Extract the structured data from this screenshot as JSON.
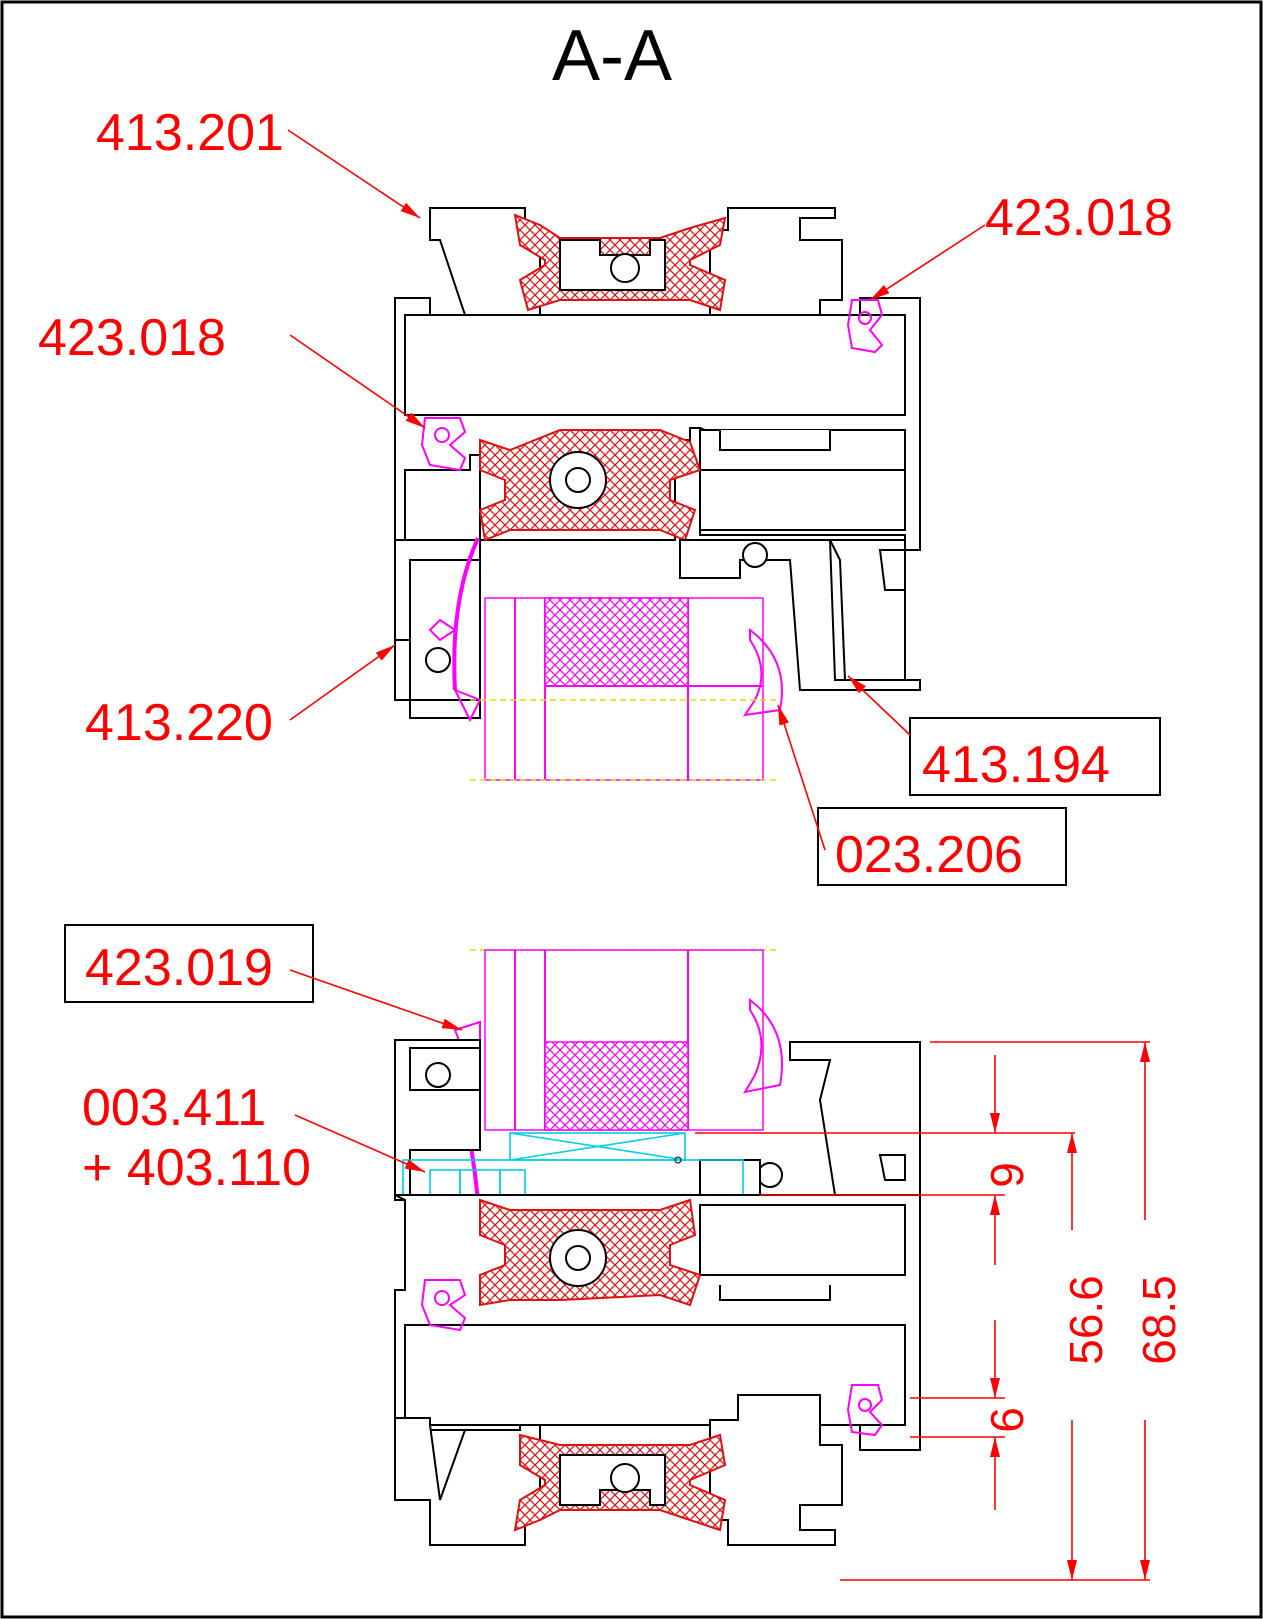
{
  "title": "A-A",
  "labels": {
    "l413_201": "413.201",
    "l423_018_right": "423.018",
    "l423_018_left": "423.018",
    "l413_220": "413.220",
    "l413_194": "413.194",
    "l023_206": "023.206",
    "l423_019": "423.019",
    "l003_411": "003.411",
    "l403_110": "+ 403.110"
  },
  "dimensions": {
    "d9": "9",
    "d6": "6",
    "d56_6": "56.6",
    "d68_5": "68.5"
  },
  "colors": {
    "annotation": "#ff0000",
    "glazing": "#ff00ff",
    "thermal_break": "#e01010",
    "cyan_block": "#00d0e0",
    "glass_axis": "#e6d800"
  }
}
